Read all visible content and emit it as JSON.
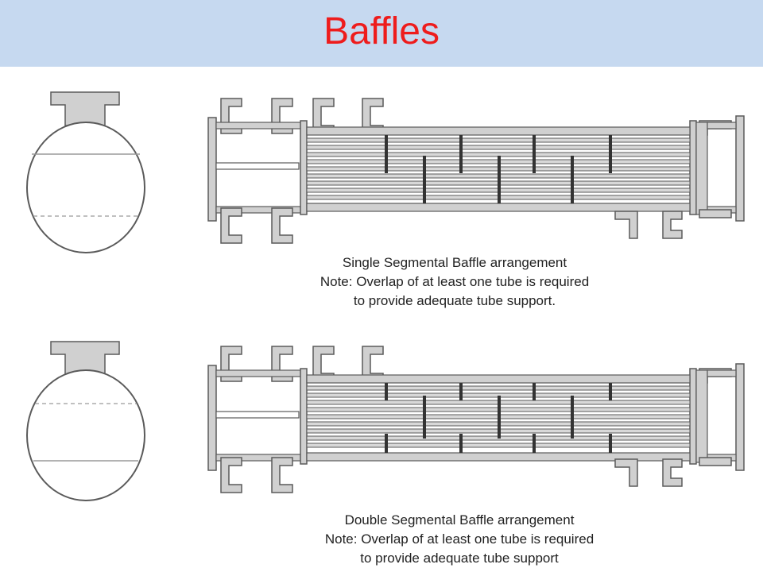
{
  "slide": {
    "title": "Baffles"
  },
  "diagrams": [
    {
      "id": "single",
      "caption": [
        "Single Segmental Baffle arrangement",
        "Note: Overlap of at least one tube is required",
        "to provide adequate tube support."
      ]
    },
    {
      "id": "double",
      "caption": [
        "Double Segmental Baffle arrangement",
        "Note: Overlap of at least one tube is required",
        "to provide adequate tube support"
      ]
    }
  ],
  "colors": {
    "title_bg": "#c6d9f0",
    "title_text": "#ee1c1c",
    "metal_fill": "#d0d0d0",
    "outline": "#5a5a5a"
  }
}
